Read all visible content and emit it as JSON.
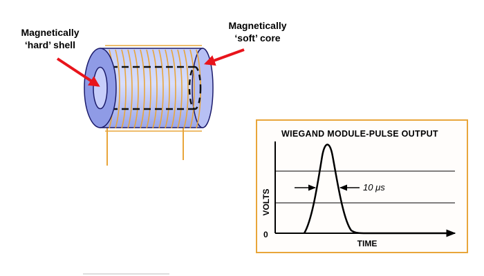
{
  "labels": {
    "hard_shell_line1": "Magnetically",
    "hard_shell_line2": "‘hard’ shell",
    "soft_core_line1": "Magnetically",
    "soft_core_line2": "‘soft’ core"
  },
  "pulse_chart": {
    "title": "WIEGAND MODULE-PULSE OUTPUT",
    "ylabel": "VOLTS",
    "xlabel": "TIME",
    "origin_label": "0",
    "pulse_width_label": "10 μs"
  },
  "colors": {
    "arrow": "#e8141b",
    "coil": "#e8a53a",
    "core_blue": "#a9b4f0",
    "chart_border": "#e8a53a"
  }
}
